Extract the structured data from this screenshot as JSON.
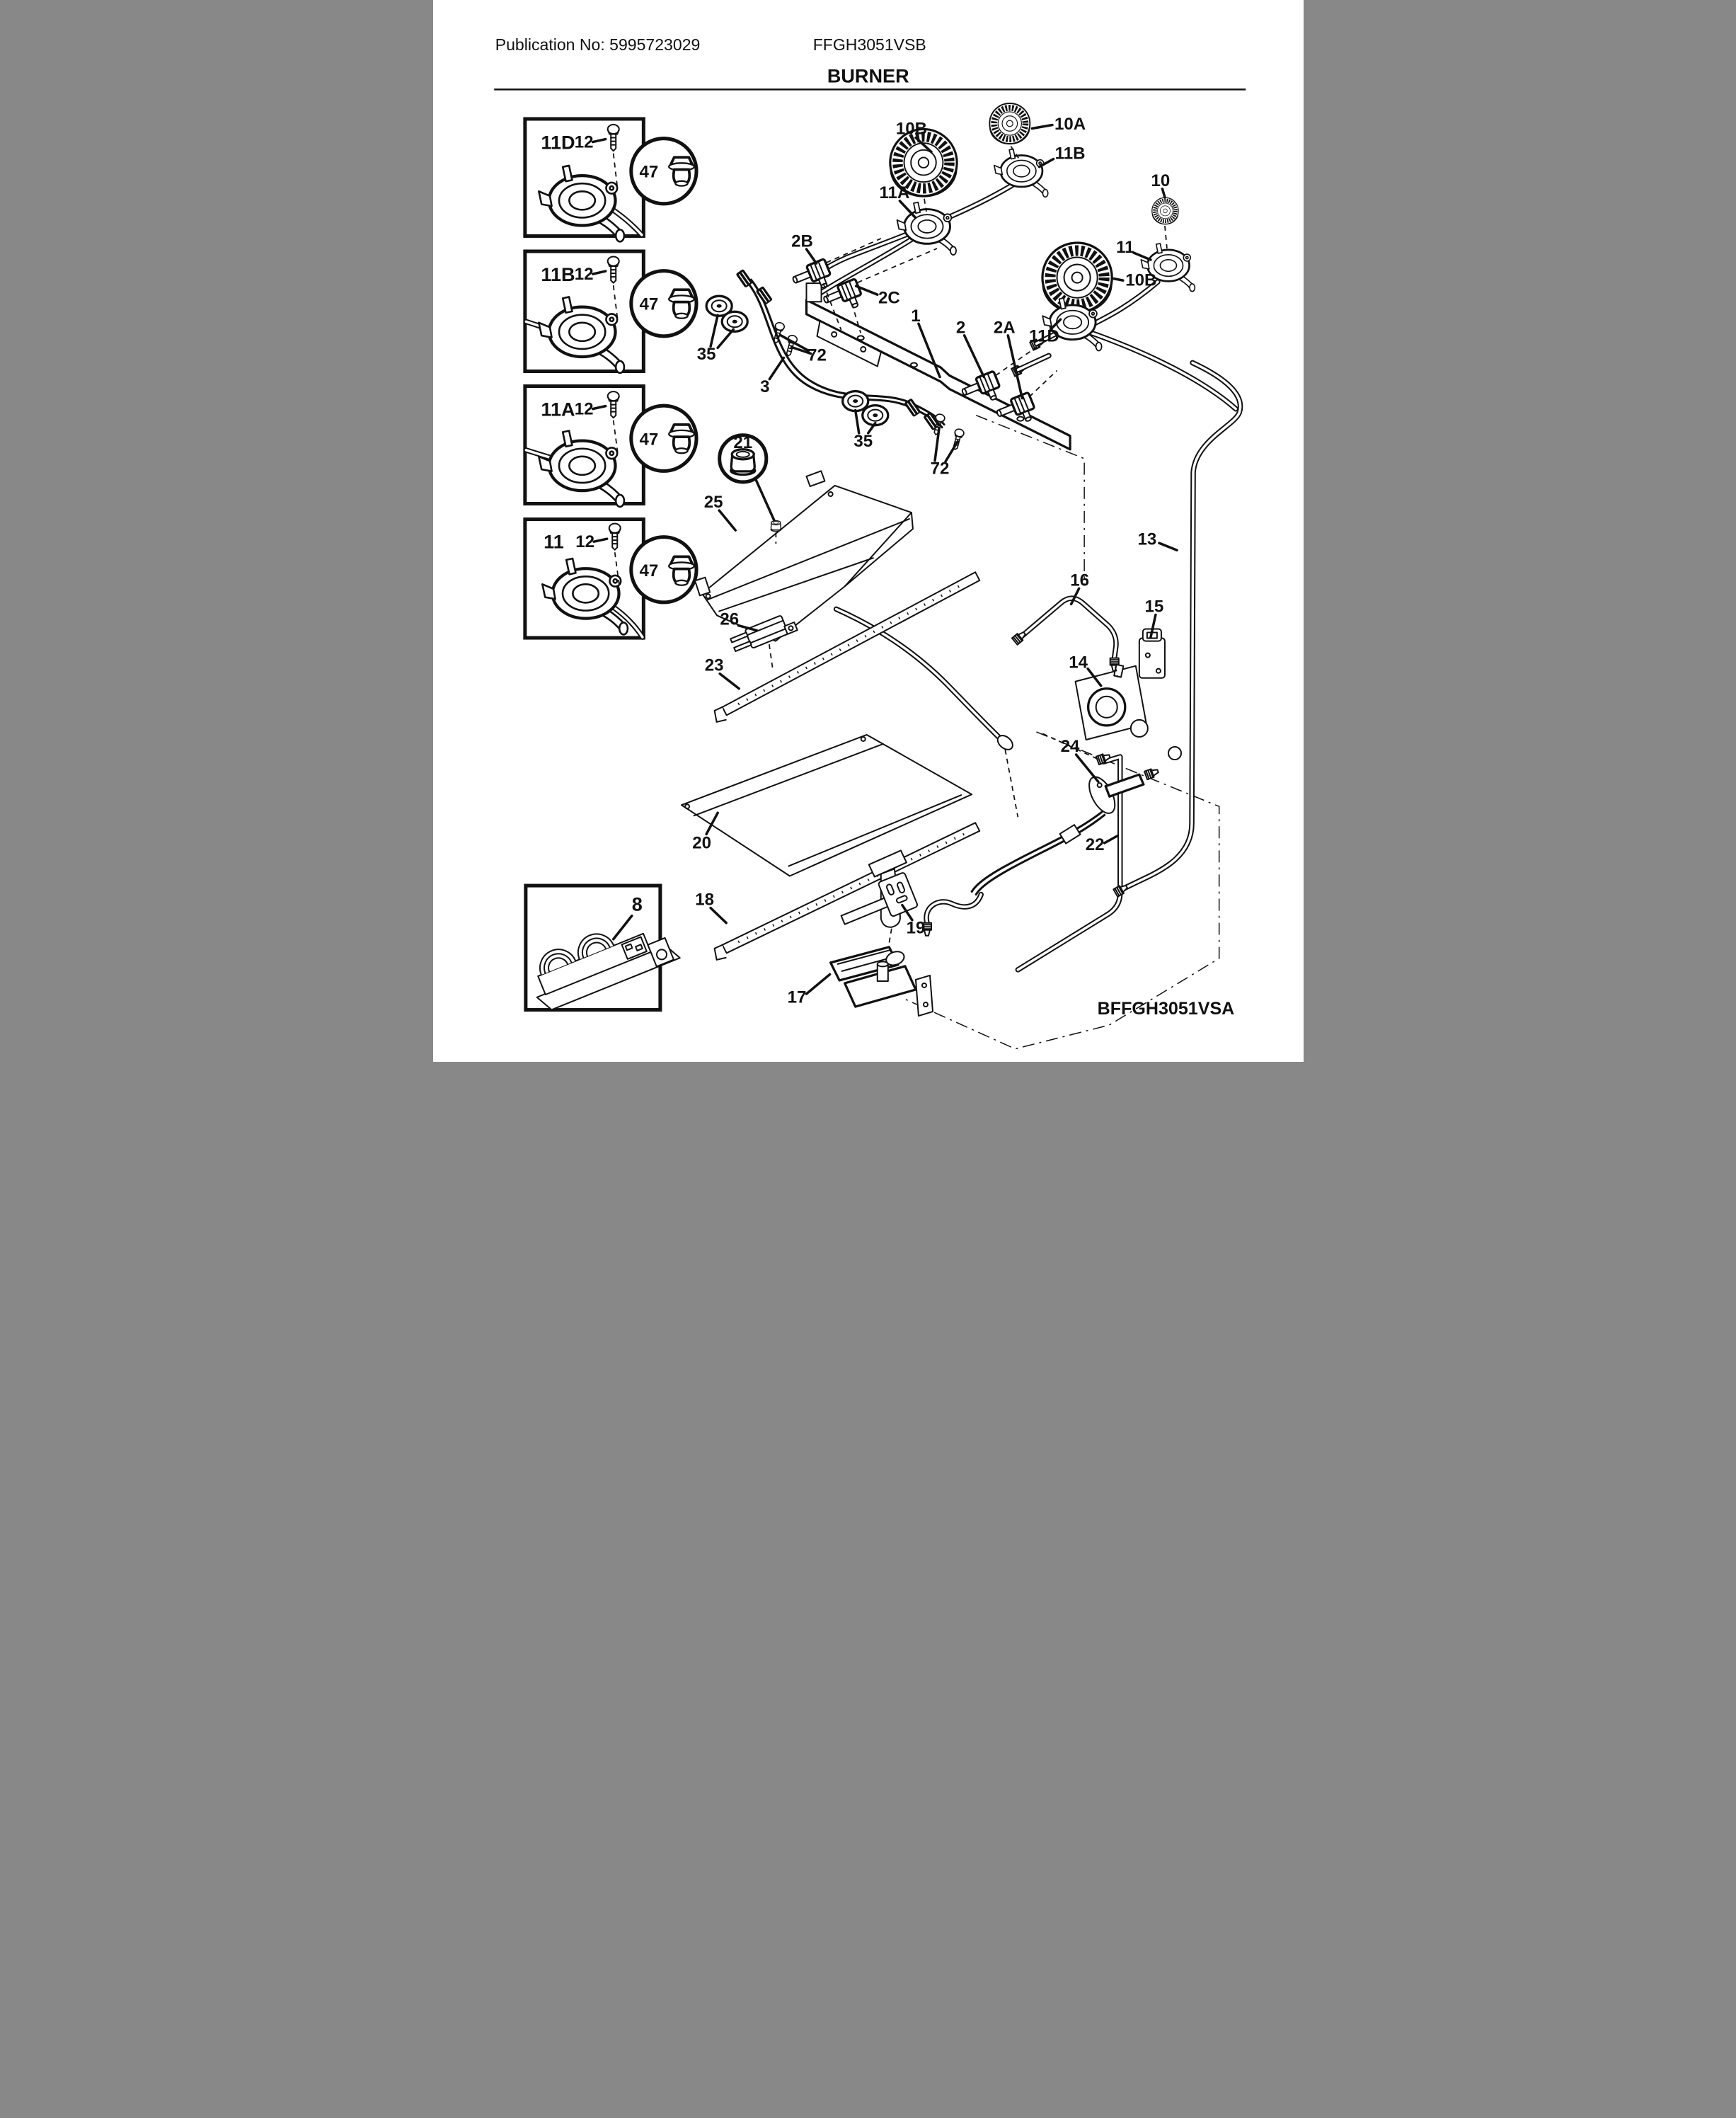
{
  "header": {
    "publication": "Publication No: 5995723029",
    "model": "FFGH3051VSB",
    "title": "BURNER"
  },
  "footer": {
    "diagram_code": "BFFGH3051VSA"
  },
  "callouts": {
    "p1": "1",
    "p2": "2",
    "p2A": "2A",
    "p2B": "2B",
    "p2C": "2C",
    "p3": "3",
    "p8": "8",
    "p10": "10",
    "p10A": "10A",
    "p10B": "10B",
    "p11": "11",
    "p11A": "11A",
    "p11B": "11B",
    "p11D": "11D",
    "p12": "12",
    "p13": "13",
    "p14": "14",
    "p15": "15",
    "p16": "16",
    "p17": "17",
    "p18": "18",
    "p19": "19",
    "p20": "20",
    "p21": "21",
    "p22": "22",
    "p23": "23",
    "p24": "24",
    "p25": "25",
    "p26": "26",
    "p35": "35",
    "p47": "47",
    "p72": "72"
  }
}
